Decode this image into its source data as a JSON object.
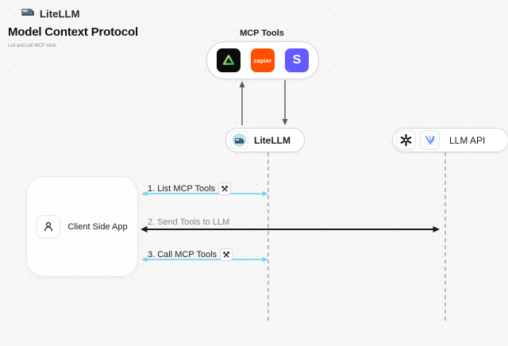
{
  "brand": {
    "name": "LiteLLM"
  },
  "page": {
    "title": "Model Context Protocol",
    "subtitle": "List and call MCP tools"
  },
  "mcp_tools": {
    "label": "MCP Tools",
    "zapier_label": "zapier",
    "stripe_label": "S"
  },
  "nodes": {
    "litellm": "LiteLLM",
    "llm_api": "LLM API",
    "client": "Client Side App"
  },
  "messages": {
    "step1": "1. List MCP Tools",
    "step2": "2. Send Tools to LLM",
    "step3": "3. Call MCP Tools"
  },
  "colors": {
    "arrow_blue": "#7ed2f2",
    "arrow_black": "#1b1b1f",
    "vertical_arrow_gray": "#55555e",
    "lifeline_gray": "#a6a6ae",
    "zapier_bg": "#ff4f00",
    "stripe_bg": "#635bff",
    "dark_tool_bg": "#0b0b0e"
  }
}
